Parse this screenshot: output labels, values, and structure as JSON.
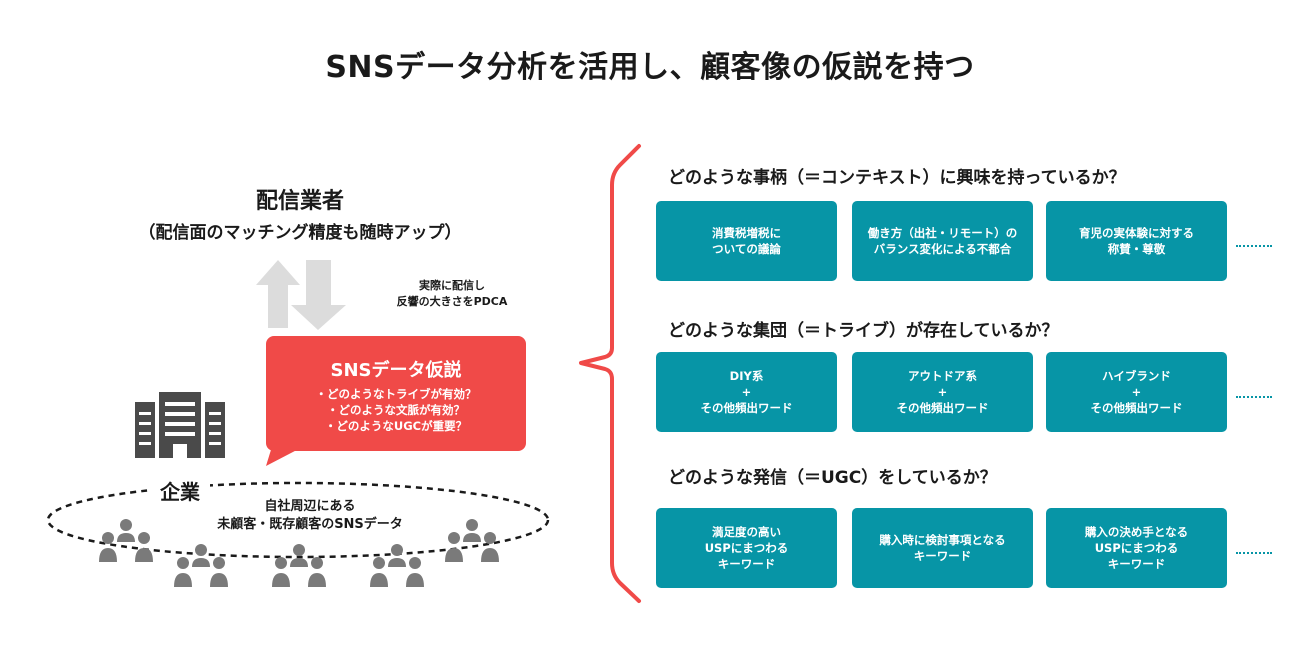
{
  "title": "SNSデータ分析を活用し、顧客像の仮説を持つ",
  "vendor": {
    "title": "配信業者",
    "subtitle": "（配信面のマッチング精度も随時アップ）"
  },
  "pdca_note": [
    "実際に配信し",
    "反響の大きさをPDCA"
  ],
  "hypothesis_bubble": {
    "title": "SNSデータ仮説",
    "lines": [
      "・どのようなトライブが有効？",
      "・どのような文脈が有効？",
      "・どのようなUGCが重要？"
    ]
  },
  "company": {
    "label": "企業",
    "data_label": [
      "自社周辺にある",
      "未顧客・既存顧客のSNSデータ"
    ]
  },
  "colors": {
    "accent_red": "#f04a48",
    "teal": "#0795a6",
    "gray_arrow": "#dcdcdc",
    "icon_gray": "#4a4a4a",
    "people_gray": "#7a7a7a"
  },
  "sections": [
    {
      "question": "どのような事柄（＝コンテキスト）に興味を持っているか？",
      "boxes": [
        "消費税増税に\nついての議論",
        "働き方（出社・リモート）の\nバランス変化による不都合",
        "育児の実体験に対する\n称賛・尊敬"
      ]
    },
    {
      "question": "どのような集団（＝トライブ）が存在しているか？",
      "boxes": [
        "DIY系\n+\nその他頻出ワード",
        "アウトドア系\n+\nその他頻出ワード",
        "ハイブランド\n+\nその他頻出ワード"
      ]
    },
    {
      "question": "どのような発信（＝UGC）をしているか？",
      "boxes": [
        "満足度の高い\nUSPにまつわる\nキーワード",
        "購入時に検討事項となる\nキーワード",
        "購入の決め手となる\nUSPにまつわる\nキーワード"
      ]
    }
  ]
}
